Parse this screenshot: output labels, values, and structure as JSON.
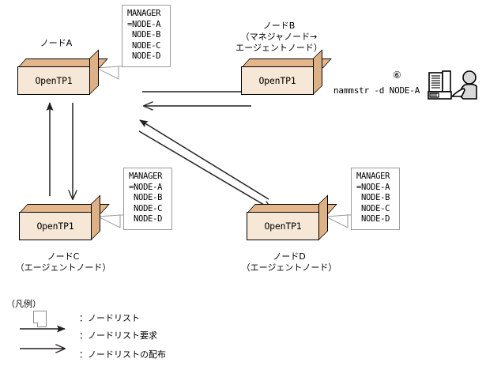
{
  "diagram": {
    "node_list_lines": [
      "MANAGER",
      "=NODE-A",
      " NODE-B",
      " NODE-C",
      " NODE-D"
    ],
    "node_list_text": "MANAGER\n=NODE-A\n NODE-B\n NODE-C\n NODE-D",
    "nodes": [
      {
        "id": "node-a",
        "product_label": "OpenTP1",
        "caption_lines": [
          "ノードA"
        ],
        "has_node_list": true
      },
      {
        "id": "node-b",
        "product_label": "OpenTP1",
        "caption_lines": [
          "ノードB",
          "（マネジャノード→",
          "エージェントノード）"
        ],
        "has_node_list": false
      },
      {
        "id": "node-c",
        "product_label": "OpenTP1",
        "caption_lines": [
          "ノードC",
          "（エージェントノード）"
        ],
        "has_node_list": true
      },
      {
        "id": "node-d",
        "product_label": "OpenTP1",
        "caption_lines": [
          "ノードD",
          "（エージェントノード）"
        ],
        "has_node_list": true
      }
    ],
    "operator": {
      "step_marker": "⑥",
      "command": "nammstr -d NODE-A"
    },
    "legend": {
      "title": "（凡例）",
      "items": [
        {
          "symbol": "node-list-sheet",
          "label": "：ノードリスト"
        },
        {
          "symbol": "solid-arrow",
          "label": "：ノードリスト要求"
        },
        {
          "symbol": "open-arrow",
          "label": "：ノードリストの配布"
        }
      ]
    },
    "colors": {
      "box_front": "#f7e7d6",
      "box_side": "#ddb185",
      "box_top": "#e3b68b",
      "outline": "#000000",
      "callout_border": "#9a9a9a",
      "arrow": "#231f20"
    }
  }
}
